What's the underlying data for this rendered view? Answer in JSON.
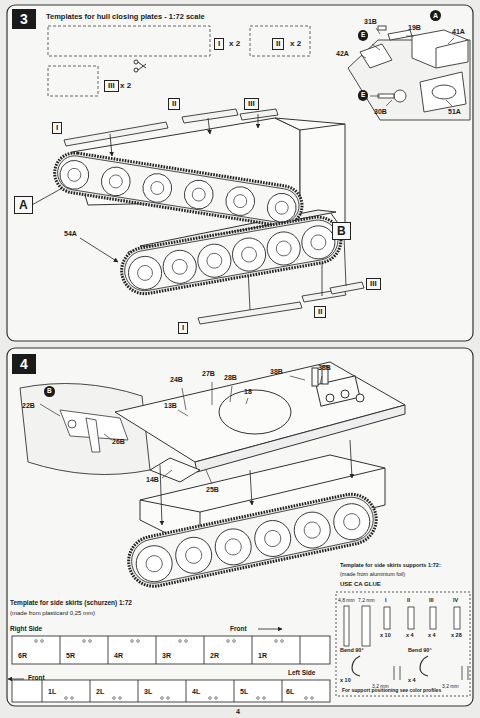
{
  "diagram": {
    "nodes": [
      {
        "text": [
          "3"
        ]
      },
      {
        "text": [
          "I"
        ]
      },
      {
        "text": [
          "II"
        ]
      },
      {
        "text": [
          "III"
        ]
      },
      {
        "text": [
          "II"
        ]
      },
      {
        "text": [
          "III"
        ]
      },
      {
        "text": [
          "I"
        ]
      },
      {
        "text": [
          "A"
        ]
      },
      {
        "text": [
          "B"
        ]
      },
      {
        "text": [
          "I"
        ]
      },
      {
        "text": [
          "II"
        ]
      },
      {
        "text": [
          "III"
        ]
      },
      {
        "text": [
          "4"
        ]
      }
    ],
    "labels": [
      "Templates for hull closing plates - 1:72 scale",
      "x 2",
      "x 2",
      "x 2",
      "31B",
      "19B",
      "41A",
      "42A",
      "30B",
      "51A",
      "A",
      "E",
      "E",
      "54A",
      "24B",
      "27B",
      "28B",
      "18",
      "38B",
      "38B",
      "13B",
      "B",
      "22B",
      "26B",
      "14B",
      "25B",
      "Template for side skirts (schurzen) 1:72",
      "(made from plasticard 0,25 mm)",
      "Right Side",
      "Front",
      "6R",
      "5R",
      "4R",
      "3R",
      "2R",
      "1R",
      "Left Side",
      "Front",
      "1L",
      "2L",
      "3L",
      "4L",
      "5L",
      "6L",
      "Template for side skirts supports 1:72:",
      "(made from aluminium foil)",
      "USE CA GLUE",
      "4,8 mm",
      "7,2 mm",
      "x 10",
      "x 4",
      "x 4",
      "x 28",
      "I",
      "II",
      "III",
      "IV",
      "Bend 90°",
      "x 10",
      "3,2 mm",
      "Bend 90°",
      "x 4",
      "3,2 mm",
      "For support positioning see color profiles",
      "4"
    ]
  }
}
